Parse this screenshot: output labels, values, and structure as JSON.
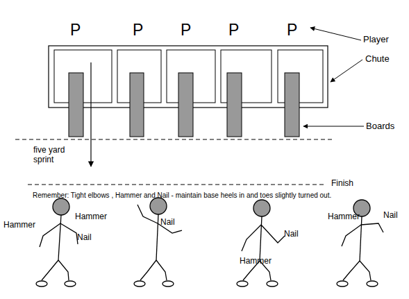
{
  "diagram": {
    "labels": [
      "P",
      "P",
      "P",
      "P",
      "P",
      "Player",
      "Chute",
      "Boards",
      "five yard sprint",
      "Finish",
      "Remember: Tight elbows , Hammer and Nail - maintain base heels in and toes slightly turned out.",
      "Hammer",
      "Hammer",
      "Nail",
      "Nail",
      "Nail",
      "Hammer",
      "Hammer",
      "Nail"
    ]
  }
}
